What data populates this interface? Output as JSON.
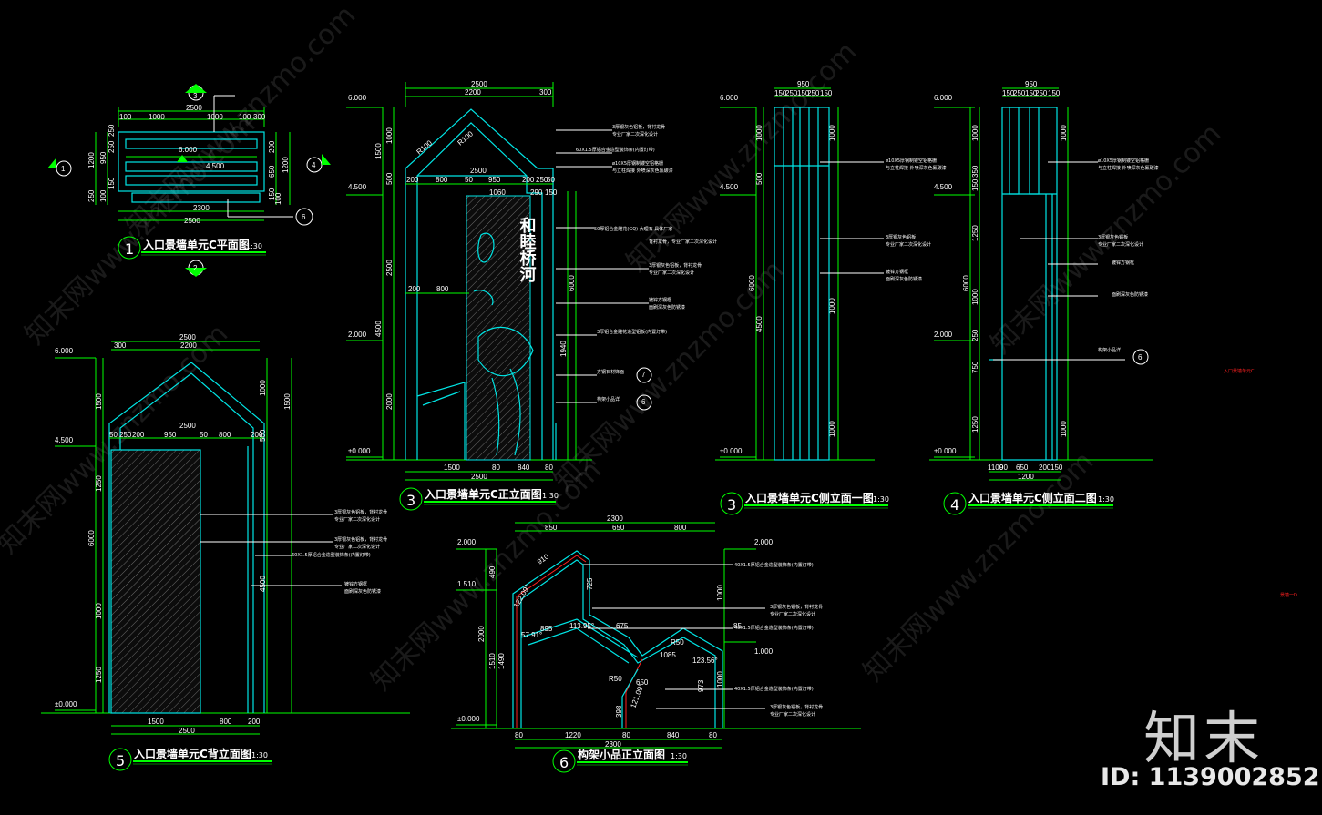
{
  "titles": {
    "t1": {
      "num": "1",
      "text": "入口景墙单元C平面图",
      "scale": "1:30"
    },
    "t3a": {
      "num": "3",
      "text": "入口景墙单元C正立面图",
      "scale": "1:30"
    },
    "t3b": {
      "num": "3",
      "text": "入口景墙单元C侧立面一图",
      "scale": "1:30"
    },
    "t4": {
      "num": "4",
      "text": "入口景墙单元C侧立面二图",
      "scale": "1:30"
    },
    "t5": {
      "num": "5",
      "text": "入口景墙单元C背立面图",
      "scale": "1:30"
    },
    "t6": {
      "num": "6",
      "text": "构架小品正立面图",
      "scale": "1:30"
    }
  },
  "plan": {
    "dims_top": [
      "2500",
      "100",
      "1000",
      "1000",
      "100",
      "300"
    ],
    "dims_bottom": [
      "2300",
      "2500"
    ],
    "dims_left": [
      "950",
      "1200",
      "250",
      "100",
      "150",
      "250",
      "250"
    ],
    "dims_right": [
      "650",
      "1200",
      "200",
      "150",
      "100"
    ],
    "levels": [
      "6.000",
      "4.500"
    ],
    "markers": [
      "3",
      "1",
      "4",
      "2",
      "6"
    ]
  },
  "front": {
    "dims_top": [
      "2500",
      "2200",
      "300"
    ],
    "dims_mid": [
      "2500",
      "200",
      "800",
      "50",
      "950",
      "200",
      "250",
      "50"
    ],
    "dims_mid2": [
      "1060",
      "290",
      "150"
    ],
    "dims_mid3": [
      "200",
      "800"
    ],
    "dims_bottom": [
      "1500",
      "80",
      "840",
      "80",
      "2500"
    ],
    "dims_left": [
      "1000",
      "1500",
      "500",
      "2500",
      "4500",
      "2000"
    ],
    "dims_right": [
      "6000",
      "1940"
    ],
    "levels": [
      "6.000",
      "4.500",
      "2.000",
      "±0.000"
    ],
    "sign": "和睦桥河",
    "notes": [
      "3厚银灰色铝板，背衬龙骨",
      "专业厂家二次深化设计",
      "60X1.5厚铝合金造型装饰条(内置灯带)",
      "ø10X5厚钢制镂空铝格栅",
      "与立柱焊接 外喷深灰色氟碳漆",
      "50厚铝合金雕花(GQ) 大理石 具体厂家",
      "背衬龙骨，专业厂家二次深化设计",
      "3厚银灰色铝板，背衬龙骨",
      "专业厂家二次深化设计",
      "镀锌方钢框",
      "面刷深灰色防锈漆",
      "3厚铝合金雕花造型铝板(内置灯带)",
      "方钢石材饰面",
      "构架小品详"
    ],
    "markers": [
      "7",
      "6"
    ],
    "r_labels": [
      "R100",
      "R100"
    ]
  },
  "side1": {
    "dims_top": [
      "950",
      "150",
      "250",
      "150",
      "250",
      "150"
    ],
    "dims_left": [
      "1000",
      "500",
      "6000",
      "4500",
      "1000",
      "1000",
      "1000"
    ],
    "levels": [
      "6.000",
      "4.500",
      "±0.000"
    ],
    "notes": [
      "ø10X5厚钢制镂空铝格栅",
      "与立柱焊接 外喷深灰色氟碳漆",
      "3厚银灰色铝板",
      "专业厂家二次深化设计",
      "镀锌方钢框",
      "面刷深灰色防锈漆"
    ]
  },
  "side2": {
    "dims_top": [
      "950",
      "150",
      "250",
      "150",
      "250",
      "150"
    ],
    "dims_left": [
      "1000",
      "350",
      "150",
      "1250",
      "1000",
      "250",
      "750",
      "1250"
    ],
    "dims_right": [
      "6000",
      "1000",
      "1000"
    ],
    "dims_bottom": [
      "1100",
      "90",
      "650",
      "200",
      "150",
      "1200"
    ],
    "levels": [
      "6.000",
      "4.500",
      "2.000",
      "±0.000"
    ],
    "notes": [
      "ø10X5厚钢制镂空铝格栅",
      "与立柱焊接 外喷深灰色氟碳漆",
      "3厚银灰色铝板",
      "专业厂家二次深化设计",
      "镀锌方钢框",
      "面刷深灰色防锈漆",
      "构架小品详"
    ],
    "markers": [
      "6"
    ]
  },
  "back": {
    "dims_top": [
      "2500",
      "300",
      "2200"
    ],
    "dims_mid": [
      "2500",
      "50",
      "250",
      "200",
      "950",
      "50",
      "800",
      "200"
    ],
    "dims_bottom": [
      "1500",
      "800",
      "200",
      "2500"
    ],
    "dims_left": [
      "1500",
      "1250",
      "6000",
      "1000",
      "1250"
    ],
    "dims_right": [
      "1000",
      "1500",
      "500",
      "4500"
    ],
    "levels": [
      "6.000",
      "4.500",
      "±0.000"
    ],
    "notes": [
      "3厚银灰色铝板，背衬龙骨",
      "专业厂家二次深化设计",
      "3厚银灰色铝板，背衬龙骨",
      "专业厂家二次深化设计",
      "60X1.5厚铝合金造型装饰条(内置灯带)",
      "镀锌方钢框",
      "面刷深灰色防锈漆"
    ]
  },
  "frame": {
    "dims_top": [
      "2300",
      "850",
      "650",
      "800"
    ],
    "dims_bottom": [
      "80",
      "1220",
      "80",
      "840",
      "80",
      "2300"
    ],
    "dims_left": [
      "490",
      "2000",
      "1510",
      "1490"
    ],
    "dims_right": [
      "1000",
      "1000",
      "973"
    ],
    "levels": [
      "2.000",
      "1.510",
      "±0.000",
      "2.000",
      "1.000"
    ],
    "inner_dims": [
      "910",
      "122.09°",
      "57.91°",
      "895",
      "113.95°",
      "725",
      "675",
      "R50",
      "1085",
      "R50",
      "123.56°",
      "398",
      "121.09°",
      "650",
      "85"
    ],
    "notes": [
      "40X1.5厚铝合金造型装饰条(内置灯带)",
      "3厚银灰色铝板，背衬龙骨",
      "专业厂家二次深化设计",
      "40X1.5厚铝合金造型装饰条(内置灯带)",
      "40X1.5厚铝合金造型装饰条(内置灯带)",
      "3厚银灰色铝板，背衬龙骨",
      "专业厂家二次深化设计"
    ]
  },
  "side_labels": {
    "red1": "入口景墙单元C",
    "red2": "景墙一D"
  },
  "watermark": {
    "text": "知末网www.znzmo.com",
    "logo": "知末",
    "id": "ID: 1139002852"
  }
}
